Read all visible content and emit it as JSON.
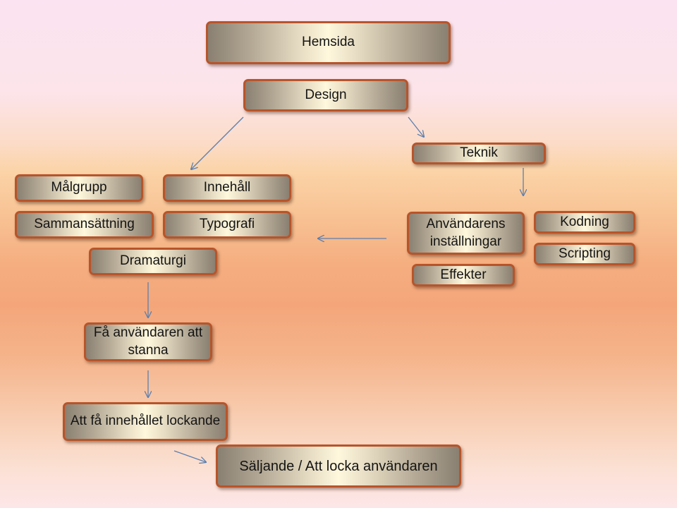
{
  "diagram": {
    "nodes": {
      "hemsida": "Hemsida",
      "design": "Design",
      "teknik": "Teknik",
      "malgrupp": "Målgrupp",
      "innehall": "Innehåll",
      "sammansattning": "Sammansättning",
      "typografi": "Typografi",
      "dramaturgi": "Dramaturgi",
      "anvandarens_installningar": "Användarens inställningar",
      "kodning": "Kodning",
      "scripting": "Scripting",
      "effekter": "Effekter",
      "fa_anvandaren": "Få användaren att stanna",
      "att_fa_innehallet": "Att få innehållet lockande",
      "saljande": "Säljande / Att locka användaren"
    },
    "edges": [
      {
        "from": "design",
        "to": "innehall"
      },
      {
        "from": "design",
        "to": "teknik"
      },
      {
        "from": "teknik",
        "to": "anvandarens_installningar"
      },
      {
        "from": "anvandarens_installningar",
        "to": "typografi"
      },
      {
        "from": "dramaturgi",
        "to": "fa_anvandaren"
      },
      {
        "from": "fa_anvandaren",
        "to": "att_fa_innehallet"
      },
      {
        "from": "att_fa_innehallet",
        "to": "saljande"
      }
    ],
    "colors": {
      "box_border": "#b8542a",
      "arrow": "#5b7fb0",
      "text": "#141414"
    }
  }
}
